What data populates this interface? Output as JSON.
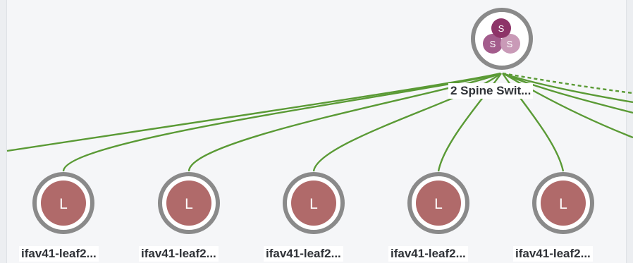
{
  "spine_group": {
    "label": "2 Spine Swit...",
    "badges": [
      "S",
      "S",
      "S"
    ]
  },
  "leaves": [
    {
      "letter": "L",
      "label": "ifav41-leaf2..."
    },
    {
      "letter": "L",
      "label": "ifav41-leaf2..."
    },
    {
      "letter": "L",
      "label": "ifav41-leaf2..."
    },
    {
      "letter": "L",
      "label": "ifav41-leaf2..."
    },
    {
      "letter": "L",
      "label": "ifav41-leaf2..."
    }
  ],
  "colors": {
    "link": "#5a9a35",
    "leaf_fill": "#b06a6a",
    "ring": "#8a8a8a",
    "spine_dark": "#8d3468",
    "spine_mid": "#a35c8c",
    "spine_light": "#c99ab7"
  }
}
